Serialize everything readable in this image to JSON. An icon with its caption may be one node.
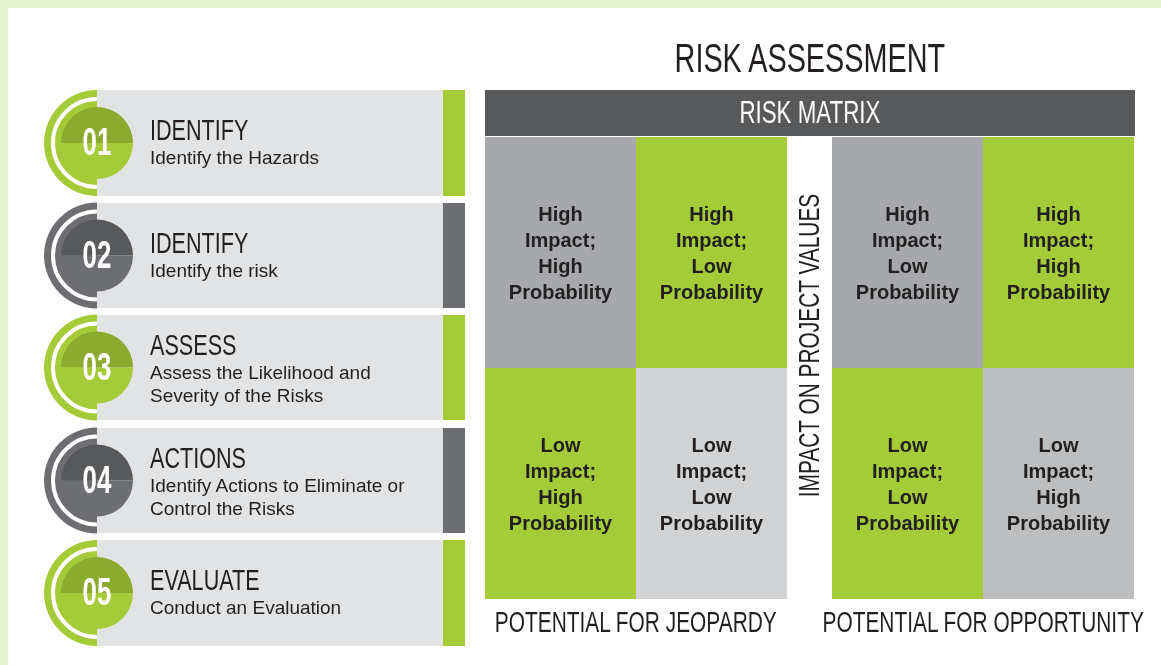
{
  "diagram": {
    "title": "RISK ASSESSMENT",
    "nodes": [
      {
        "text": [
          "01",
          "IDENTIFY",
          "Identify the Hazards"
        ]
      },
      {
        "text": [
          "02",
          "IDENTIFY",
          "Identify the risk"
        ]
      },
      {
        "text": [
          "03",
          "ASSESS",
          "Assess the Likelihood and Severity of the Risks"
        ]
      },
      {
        "text": [
          "04",
          "ACTIONS",
          "Identify Actions to Eliminate or Control the Risks"
        ]
      },
      {
        "text": [
          "05",
          "EVALUATE",
          "Conduct an Evaluation"
        ]
      },
      {
        "text": [
          "RISK MATRIX"
        ]
      },
      {
        "text": [
          "High Impact; High Probability"
        ]
      },
      {
        "text": [
          "High Impact; Low Probability"
        ]
      },
      {
        "text": [
          "High Impact; Low Probability"
        ]
      },
      {
        "text": [
          "High Impact; High Probability"
        ]
      },
      {
        "text": [
          "Low Impact; High Probability"
        ]
      },
      {
        "text": [
          "Low Impact; Low Probability"
        ]
      },
      {
        "text": [
          "Low Impact; Low Probability"
        ]
      },
      {
        "text": [
          "Low Impact; High Probability"
        ]
      }
    ],
    "edges": [],
    "labels": [
      "IMPACT ON PROJECT VALUES",
      "POTENTIAL FOR JEOPARDY",
      "POTENTIAL FOR OPPORTUNITY"
    ]
  }
}
